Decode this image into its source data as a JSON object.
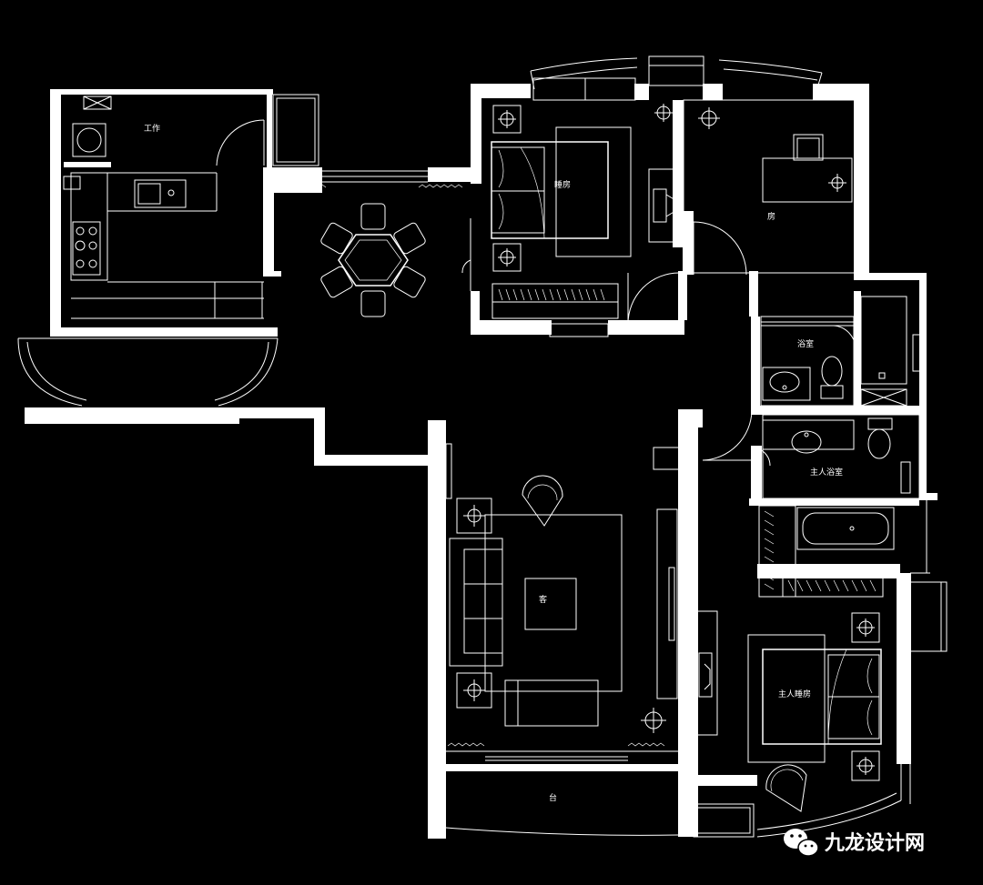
{
  "rooms": {
    "work": "工作",
    "bedroom": "睡房",
    "room": "房",
    "bathroom": "浴室",
    "master_bathroom": "主人浴室",
    "living": "客",
    "master_bedroom": "主人睡房",
    "balcony": "台"
  },
  "watermark": {
    "text": "九龙设计网",
    "icon": "wechat-icon"
  },
  "colors": {
    "background": "#000000",
    "lines": "#ffffff"
  }
}
